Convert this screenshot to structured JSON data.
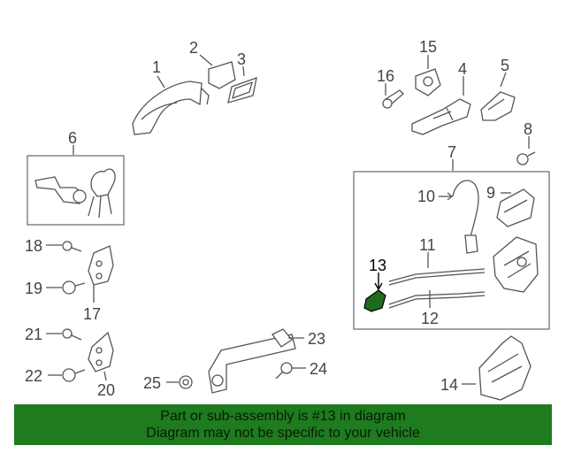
{
  "callouts": [
    {
      "id": "1",
      "label": "1"
    },
    {
      "id": "2",
      "label": "2"
    },
    {
      "id": "3",
      "label": "3"
    },
    {
      "id": "4",
      "label": "4"
    },
    {
      "id": "5",
      "label": "5"
    },
    {
      "id": "6",
      "label": "6"
    },
    {
      "id": "7",
      "label": "7"
    },
    {
      "id": "8",
      "label": "8"
    },
    {
      "id": "9",
      "label": "9"
    },
    {
      "id": "10",
      "label": "10"
    },
    {
      "id": "11",
      "label": "11"
    },
    {
      "id": "12",
      "label": "12"
    },
    {
      "id": "13",
      "label": "13"
    },
    {
      "id": "14",
      "label": "14"
    },
    {
      "id": "15",
      "label": "15"
    },
    {
      "id": "16",
      "label": "16"
    },
    {
      "id": "17",
      "label": "17"
    },
    {
      "id": "18",
      "label": "18"
    },
    {
      "id": "19",
      "label": "19"
    },
    {
      "id": "20",
      "label": "20"
    },
    {
      "id": "21",
      "label": "21"
    },
    {
      "id": "22",
      "label": "22"
    },
    {
      "id": "23",
      "label": "23"
    },
    {
      "id": "24",
      "label": "24"
    },
    {
      "id": "25",
      "label": "25"
    }
  ],
  "highlight": {
    "part": "13",
    "color": "#1e6b1e"
  },
  "banner": {
    "line1": "Part or sub-assembly is #13 in diagram",
    "line2": "Diagram may not be specific to your vehicle",
    "color": "#1e7b1e"
  }
}
